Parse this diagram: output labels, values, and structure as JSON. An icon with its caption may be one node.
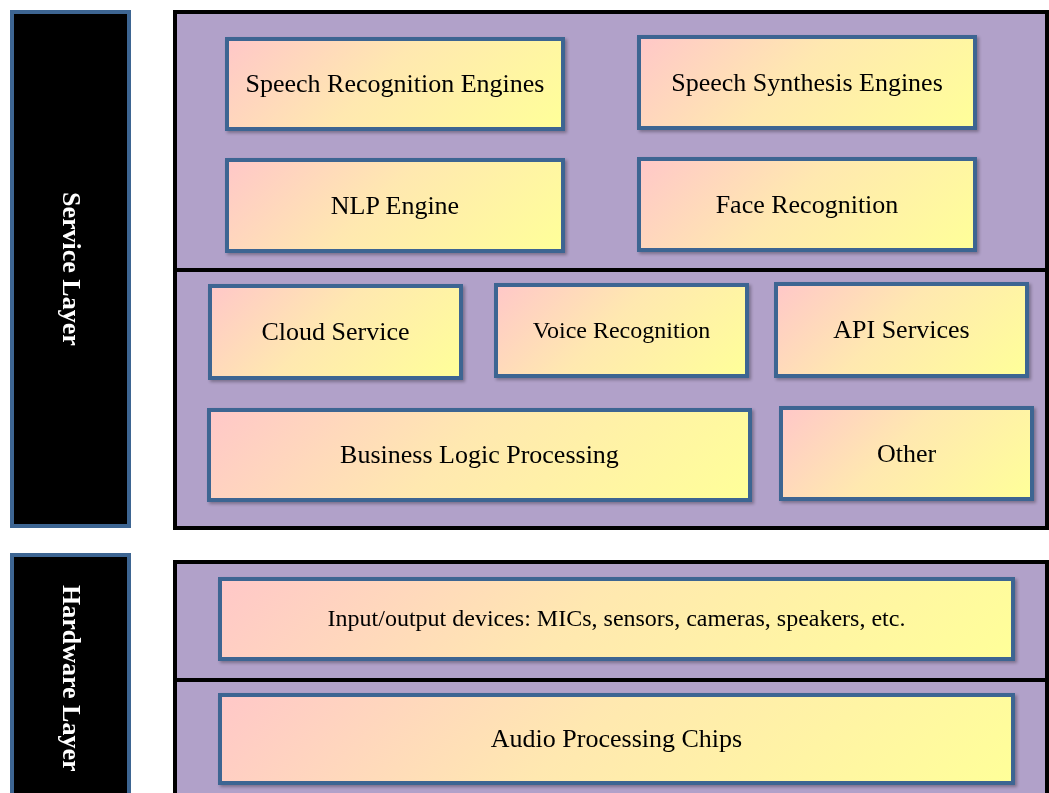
{
  "diagram": {
    "nodes": [
      {
        "text": [
          "Service Layer"
        ]
      },
      {
        "text": [],
        "shape": "box"
      },
      {
        "text": [
          "Speech Recognition Engines"
        ],
        "in": 1
      },
      {
        "text": [
          "Speech Synthesis Engines"
        ],
        "in": 1
      },
      {
        "text": [
          "NLP Engine"
        ],
        "in": 1
      },
      {
        "text": [
          "Face Recognition"
        ],
        "in": 1
      },
      {
        "text": [],
        "shape": "box"
      },
      {
        "text": [
          "Cloud Service"
        ],
        "in": 6
      },
      {
        "text": [
          "Voice Recognition"
        ],
        "in": 6
      },
      {
        "text": [
          "API Services"
        ],
        "in": 6
      },
      {
        "text": [
          "Business Logic Processing"
        ],
        "in": 6
      },
      {
        "text": [
          "Other"
        ],
        "in": 6
      },
      {
        "text": [
          "Hardware Layer"
        ]
      },
      {
        "text": [],
        "shape": "box"
      },
      {
        "text": [
          "Input/output devices: MICs, sensors, cameras, speakers, etc."
        ],
        "in": 13
      },
      {
        "text": [],
        "shape": "box"
      },
      {
        "text": [
          "Audio Processing Chips"
        ],
        "in": 15
      }
    ],
    "edges": []
  }
}
